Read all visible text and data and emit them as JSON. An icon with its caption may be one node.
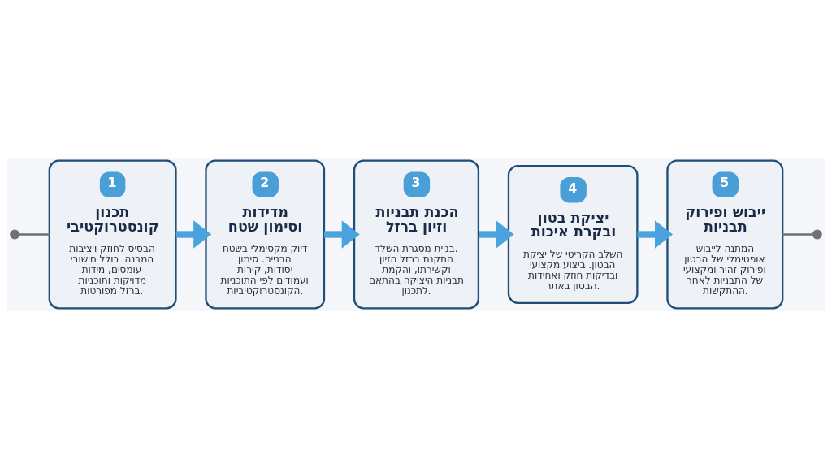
{
  "diagram": {
    "nodes": [
      {
        "text": [],
        "shape": "circle"
      },
      {
        "text": [
          "1",
          "תכנון קונסטרוקטיבי",
          "הבסיס לחוזק ויציבות המבנה. כולל חישובי עומסים, מידות מדויקות ותוכניות ברזל מפורטות."
        ]
      },
      {
        "text": [
          "2",
          "מדידות וסימון שטח",
          "דיוק מקסימלי בשטח הבנייה. סימון יסודות, קירות ועמודים לפי התוכניות הקונסטרוקטיביות."
        ]
      },
      {
        "text": [
          "3",
          "הכנת תבניות וזיון ברזל",
          "בניית מסגרת השלד. התקנת ברזל הזיון וקשירתו, והקמת תבניות היציקה בהתאם לתכנון."
        ]
      },
      {
        "text": [
          "4",
          "יציקת בטון ובקרת איכות",
          "השלב הקריטי של יציקת הבטון. ביצוע מקצועי ובדיקות חוזק ואחידות הבטון באתר."
        ]
      },
      {
        "text": [
          "5",
          "ייבוש ופירוק תבניות",
          "המתנה לייבוש אופטימלי של הבטון ופירוק זהיר ומקצועי של התבניות לאחר ההתקשות."
        ]
      },
      {
        "text": [],
        "shape": "circle"
      }
    ],
    "edges": [
      {
        "from": 0,
        "to": 1,
        "arrow": "none",
        "color": "#6e7073"
      },
      {
        "from": 1,
        "to": 2,
        "arrow": "to"
      },
      {
        "from": 2,
        "to": 3,
        "arrow": "to"
      },
      {
        "from": 3,
        "to": 4,
        "arrow": "to"
      },
      {
        "from": 4,
        "to": 5,
        "arrow": "to"
      },
      {
        "from": 5,
        "to": 6,
        "arrow": "none",
        "color": "#6e7073"
      }
    ]
  }
}
